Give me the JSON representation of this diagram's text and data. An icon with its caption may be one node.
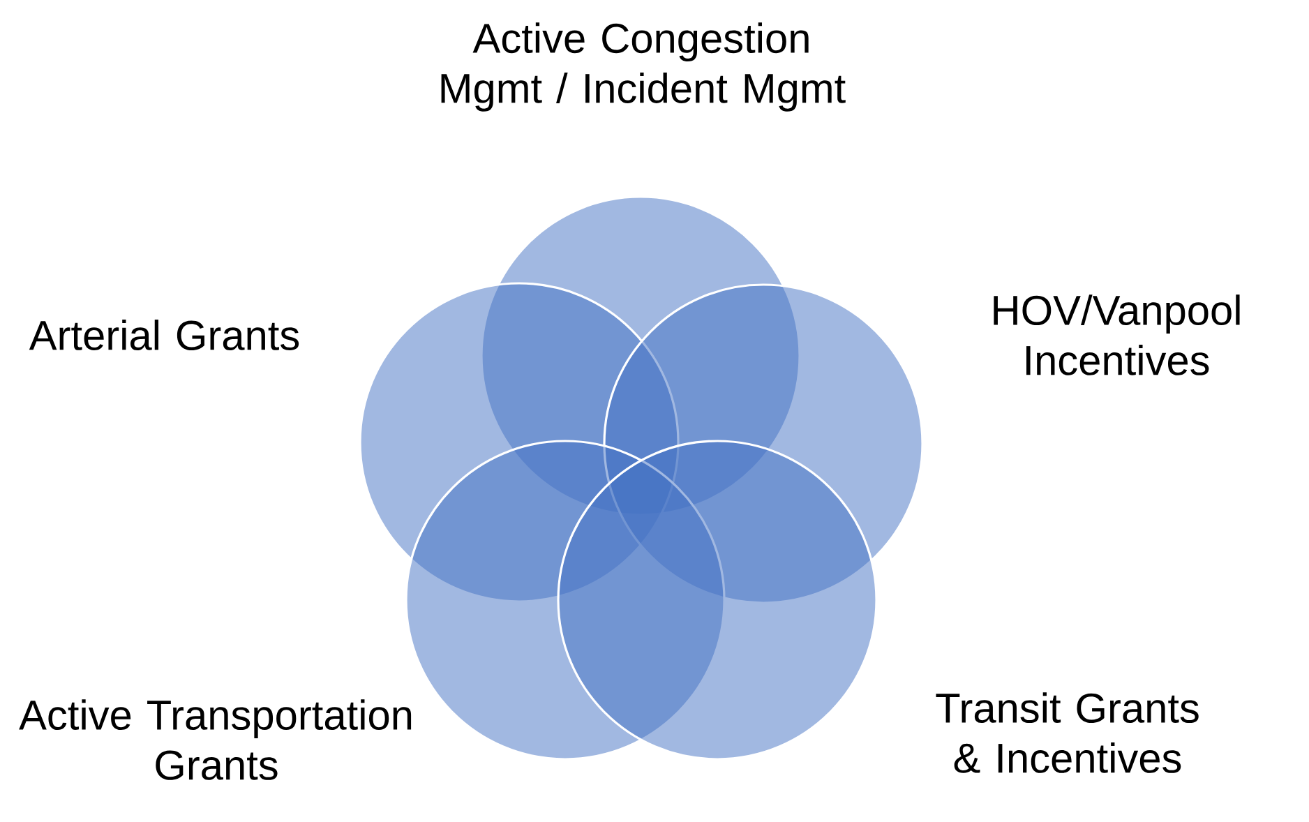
{
  "diagram": {
    "nodes": [
      {
        "text": [
          "Active Congestion Mgmt / Incident Mgmt"
        ]
      },
      {
        "text": [
          "Arterial Grants"
        ]
      },
      {
        "text": [
          "HOV/Vanpool Incentives"
        ]
      },
      {
        "text": [
          "Active Transportation Grants"
        ]
      },
      {
        "text": [
          "Transit Grants & Incentives"
        ]
      }
    ]
  }
}
